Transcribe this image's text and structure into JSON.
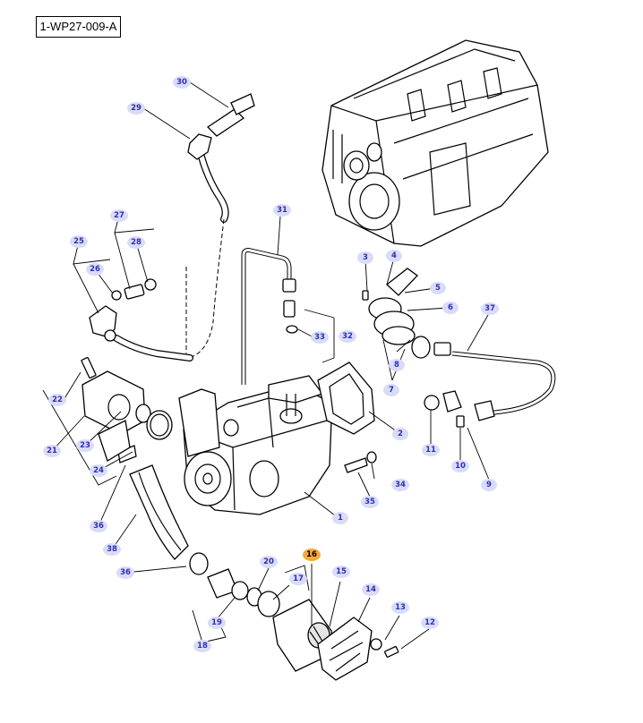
{
  "diagram": {
    "reference_code": "1-WP27-009-A",
    "highlight_color": "#f4a93b",
    "callout_color": "#d9dcf7",
    "callout_text_color": "#2f2fb8",
    "callouts": {
      "c1": "1",
      "c2": "2",
      "c3": "3",
      "c4": "4",
      "c5": "5",
      "c6": "6",
      "c7": "7",
      "c8": "8",
      "c9": "9",
      "c10": "10",
      "c11": "11",
      "c12": "12",
      "c13": "13",
      "c14": "14",
      "c15": "15",
      "c16": "16",
      "c17": "17",
      "c18": "18",
      "c19": "19",
      "c20": "20",
      "c21": "21",
      "c22": "22",
      "c23": "23",
      "c24": "24",
      "c25": "25",
      "c26": "26",
      "c27": "27",
      "c28": "28",
      "c29": "29",
      "c30": "30",
      "c31": "31",
      "c32": "32",
      "c33": "33",
      "c34": "34",
      "c35": "35",
      "c36a": "36",
      "c36b": "36",
      "c37": "37",
      "c38": "38"
    },
    "highlighted_callout": "16"
  }
}
